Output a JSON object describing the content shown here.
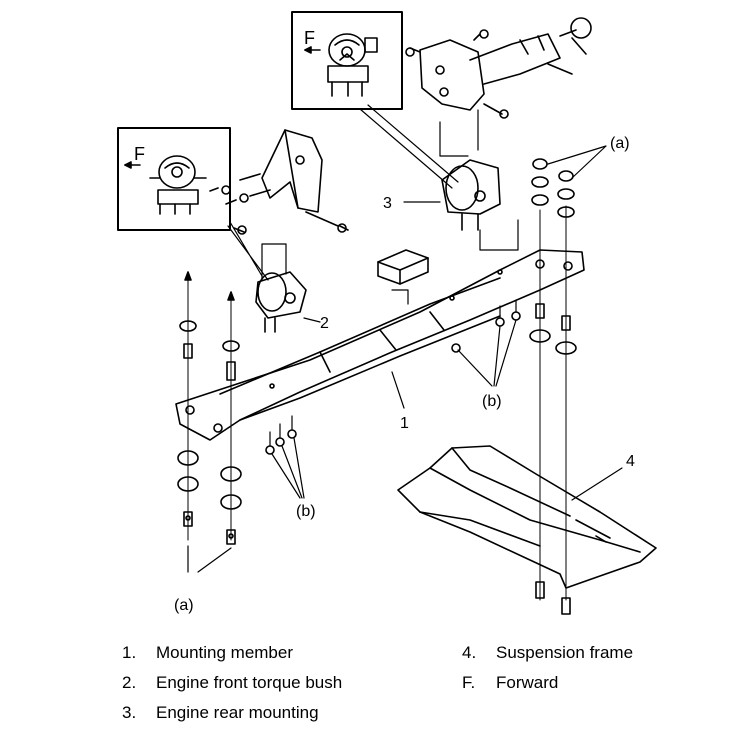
{
  "callouts": {
    "c1": "1",
    "c2": "2",
    "c3": "3",
    "c4": "4",
    "a_top": "(a)",
    "a_bottom": "(a)",
    "b_left": "(b)",
    "b_right": "(b)",
    "f_left": "F",
    "f_right": "F"
  },
  "legend": [
    {
      "num": "1.",
      "text": "Mounting member"
    },
    {
      "num": "2.",
      "text": "Engine front torque bush"
    },
    {
      "num": "3.",
      "text": "Engine rear mounting"
    },
    {
      "num": "4.",
      "text": "Suspension frame"
    },
    {
      "num": "F.",
      "text": "Forward"
    }
  ]
}
